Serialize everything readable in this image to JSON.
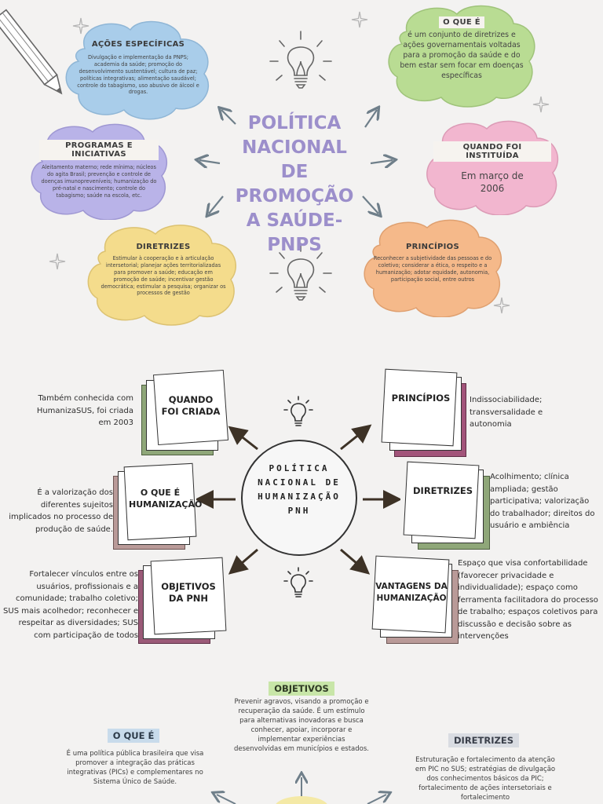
{
  "section1": {
    "title": "POLÍTICA NACIONAL DE PROMOÇÃO A SAÚDE- PNPS",
    "acoes": {
      "title": "AÇÕES ESPECÍFICAS",
      "text": "Divulgação e implementação da PNPS; academia da saúde; promoção do desenvolvimento sustentável; cultura de paz; políticas integrativas; alimentação saudável; controle do tabagismo, uso abusivo de álcool e drogas.",
      "color": "#a9cdea"
    },
    "o_que_e": {
      "title": "O QUE É",
      "text": "é um conjunto de diretrizes e ações governamentais voltadas para a promoção da saúde e do bem estar sem focar em doenças específicas",
      "color": "#b9dc93"
    },
    "programas": {
      "title": "PROGRAMAS E INICIATIVAS",
      "text": "Aleitamento materno; rede mínima; núcleos do agita Brasil; prevenção e controle de doenças imunopreveníveis; humanização do pré-natal e nascimento; controle do tabagismo; saúde na escola, etc.",
      "color": "#b9b3e8"
    },
    "quando": {
      "title": "QUANDO FOI INSTITUÍDA",
      "text": "Em março de 2006",
      "color": "#f2b6cf"
    },
    "diretrizes": {
      "title": "DIRETRIZES",
      "text": "Estimular à cooperação e à articulação intersetorial; planejar ações territorializadas para promover a saúde; educação em promoção de saúde; incentivar gestão democrática; estimular a pesquisa; organizar os processos de gestão",
      "color": "#f4dc8c"
    },
    "principios": {
      "title": "PRINCÍPIOS",
      "text": "Reconhecer a subjetividade das pessoas e do coletivo; considerar a ética, o respeito e a humanização; adotar equidade, autonomia, participação social, entre outros",
      "color": "#f5b98a"
    }
  },
  "section2": {
    "title": "POLÍTICA NACIONAL DE HUMANIZAÇÃO PNH",
    "quando": {
      "label": "QUANDO FOI CRIADA",
      "text": "Também conhecida com HumanizaSUS, foi criada em 2003",
      "color": "#8fa779"
    },
    "o_que_e": {
      "label": "O QUE É HUMANIZAÇÃO",
      "text": "É a valorização dos diferentes sujeitos implicados no processo de produção de saúde.",
      "color": "#b99a98"
    },
    "objetivos": {
      "label": "OBJETIVOS DA PNH",
      "text": "Fortalecer vínculos entre os usuários, profissionais e a comunidade; trabalho coletivo; SUS mais acolhedor; reconhecer e respeitar as diversidades; SUS com participação de todos",
      "color": "#9b5a78"
    },
    "principios": {
      "label": "PRINCÍPIOS",
      "text": "Indissociabilidade; transversalidade e autonomia",
      "color": "#a2547a"
    },
    "diretrizes": {
      "label": "DIRETRIZES",
      "text": "Acolhimento; clínica ampliada; gestão participativa; valorização do trabalhador; direitos do usuário e ambiência",
      "color": "#8fa779"
    },
    "vantagens": {
      "label": "VANTAGENS DA HUMANIZAÇÃO",
      "text": "Espaço que visa confortabilidade (favorecer privacidade e individualidade); espaço como ferramenta facilitadora do processo de trabalho; espaços coletivos para discussão e decisão sobre as intervenções",
      "color": "#b99a98"
    }
  },
  "section3": {
    "objetivos": {
      "title": "OBJETIVOS",
      "text": "Prevenir agravos, visando a promoção e recuperação da saúde. É um estímulo para alternativas inovadoras e busca conhecer, apoiar, incorporar e implementar experiências desenvolvidas em municípios e estados.",
      "color": "#c8e6a8"
    },
    "o_que_e": {
      "title": "O QUE É",
      "text": "É uma política pública brasileira que visa promover a integração das práticas integrativas (PICs) e complementares no Sistema Único de Saúde.",
      "color": "#c8dbeb"
    },
    "diretrizes": {
      "title": "DIRETRIZES",
      "text": "Estruturação e fortalecimento da atenção em PIC no SUS; estratégias de divulgação dos conhecimentos básicos da PIC; fortalecimento de ações intersetoriais e fortalecimento",
      "color": "#d9dce2"
    }
  },
  "icons": [
    "pencil-icon",
    "lightbulb-icon",
    "sparkle-icon",
    "arrow-icon"
  ]
}
